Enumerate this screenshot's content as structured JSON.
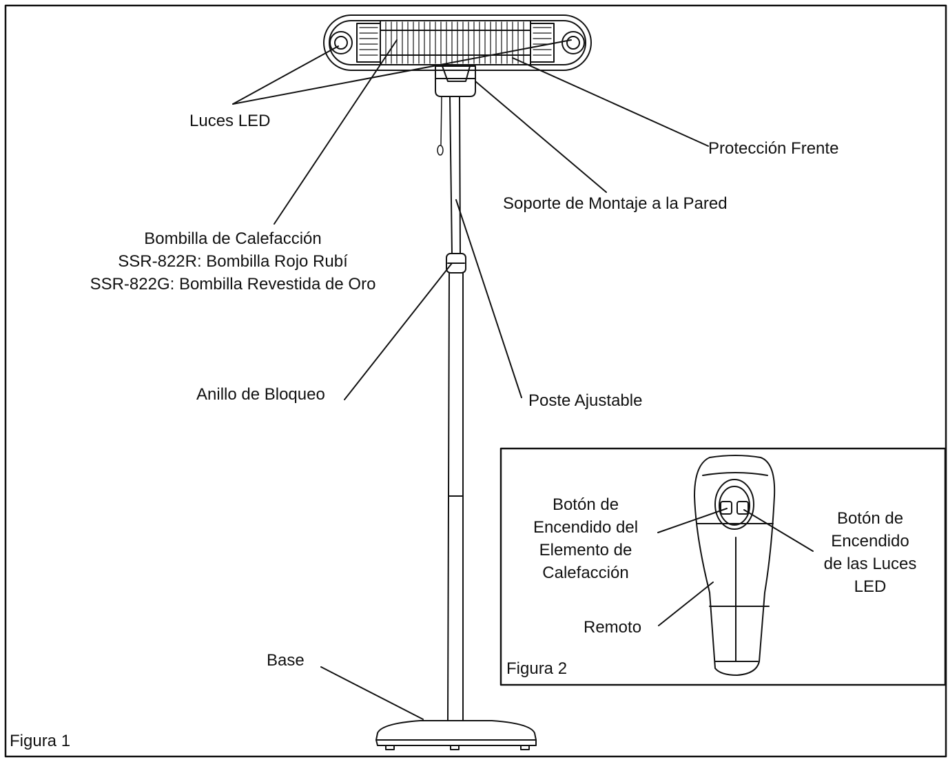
{
  "labels": {
    "luces_led": "Luces LED",
    "proteccion_frente": "Protección Frente",
    "soporte_montaje": "Soporte de Montaje a la Pared",
    "bombilla_title": "Bombilla de Calefacción",
    "bombilla_red": "SSR-822R: Bombilla Rojo Rubí",
    "bombilla_gold": "SSR-822G: Bombilla Revestida de Oro",
    "anillo_bloqueo": "Anillo de Bloqueo",
    "poste_ajustable": "Poste Ajustable",
    "base": "Base",
    "figura_1": "Figura 1",
    "figura_2": "Figura 2",
    "boton_calefaccion": "Botón de\nEncendido del\nElemento de\nCalefacción",
    "boton_luces": "Botón de\nEncendido\nde las Luces\nLED",
    "remoto": "Remoto"
  }
}
